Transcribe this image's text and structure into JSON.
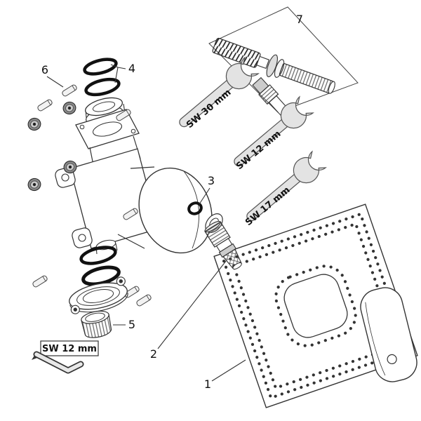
{
  "figure": {
    "callouts": {
      "c1": "1",
      "c2": "2",
      "c3": "3",
      "c4": "4",
      "c5": "5",
      "c6": "6",
      "c7": "7"
    },
    "tools": {
      "wrench_sw30": "SW 30 mm",
      "wrench_sw12": "SW 12 mm",
      "wrench_sw17": "SW 17 mm",
      "allen_sw12": "SW 12 mm"
    },
    "colors": {
      "line": "#333333",
      "dark": "#111111",
      "metal": "#e3e3e3"
    }
  }
}
